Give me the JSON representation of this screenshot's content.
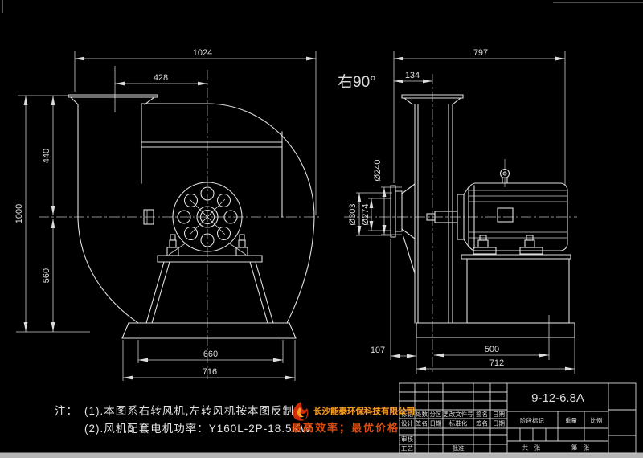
{
  "front_view": {
    "dims": {
      "overall_width": "1024",
      "outlet_center": "428",
      "upper_height": "440",
      "total_height": "1000",
      "lower_height": "560",
      "base_inner_width": "660",
      "base_outer_width": "716"
    }
  },
  "side_view": {
    "rotation_label": "右90°",
    "dims": {
      "overall_depth": "797",
      "outlet_center": "134",
      "inlet_diameter": "Ø240",
      "inlet_flange_outer": "Ø303",
      "inlet_bolt_circle": "Ø274",
      "inlet_to_base": "107",
      "base_span": "500",
      "base_depth": "712"
    }
  },
  "notes": {
    "prefix": "注：",
    "items": [
      "(1).本图系右转风机,左转风机按本图反制.",
      "(2).风机配套电机功率：Y160L-2P-18.5KW"
    ]
  },
  "watermark": {
    "company": "长沙能泰环保科技有限公司",
    "slogan": "最高效率；最优价格",
    "flame_red": "#d12a08",
    "text_orange": "#f0a21c",
    "slogan_red": "#dd4c10"
  },
  "title_block": {
    "model_number": "9-12-6.8A",
    "rev_headers": [
      "标记",
      "处数",
      "分区",
      "更改文件号",
      "签名",
      "日期"
    ],
    "sign_row": [
      "设计",
      "签名",
      "日期",
      "标准化",
      "签名",
      "日期"
    ],
    "check_label": "审核",
    "craft_label": "工艺",
    "approve_label": "批准",
    "stage_label": "阶段标记",
    "weight_label": "重量",
    "scale_label": "比例",
    "sheet_total": "共　张",
    "sheet_no": "第　张"
  },
  "colors": {
    "background": "#000000",
    "line": "#dedede"
  }
}
